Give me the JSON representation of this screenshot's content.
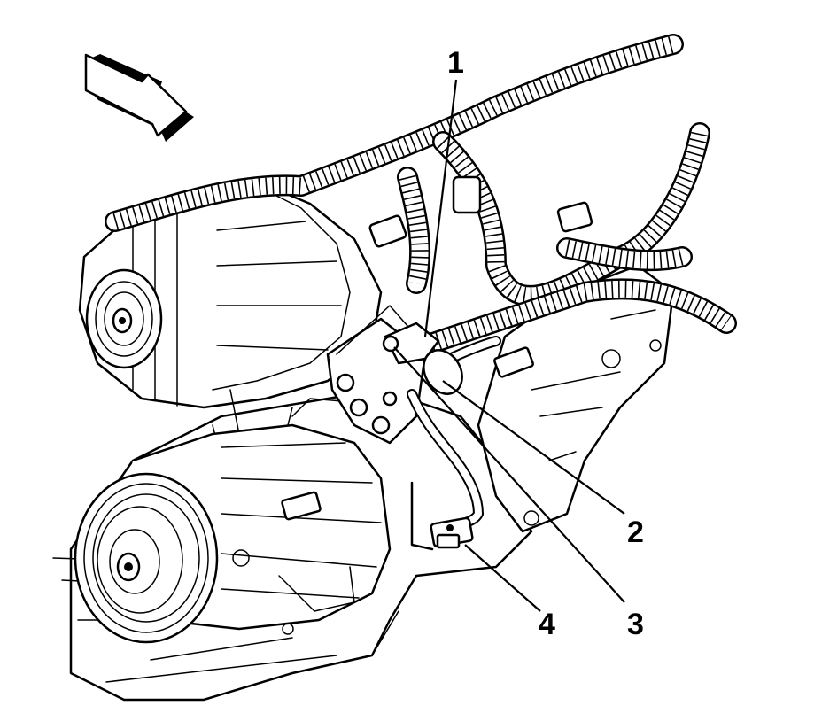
{
  "diagram": {
    "callouts": [
      {
        "id": "1",
        "label": "1"
      },
      {
        "id": "2",
        "label": "2"
      },
      {
        "id": "3",
        "label": "3"
      },
      {
        "id": "4",
        "label": "4"
      }
    ],
    "direction_arrow_icon": "front-of-vehicle-arrow-icon"
  }
}
